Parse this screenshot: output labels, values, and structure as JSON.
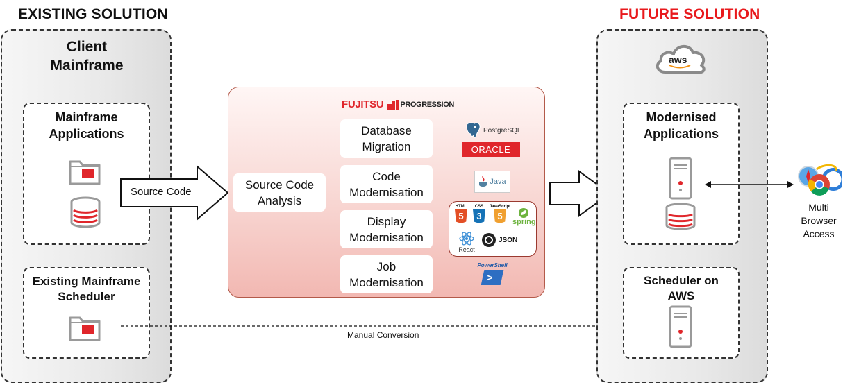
{
  "existing": {
    "heading": "EXISTING SOLUTION",
    "client_title_1": "Client",
    "client_title_2": "Mainframe",
    "apps_title_1": "Mainframe",
    "apps_title_2": "Applications",
    "scheduler_title_1": "Existing Mainframe",
    "scheduler_title_2": "Scheduler"
  },
  "future": {
    "heading": "FUTURE SOLUTION",
    "heading_color": "#e8191c",
    "cloud_label": "aws",
    "apps_title_1": "Modernised",
    "apps_title_2": "Applications",
    "scheduler_title_1": "Scheduler on",
    "scheduler_title_2": "AWS"
  },
  "arrows": {
    "source_code": "Source Code",
    "manual_conversion": "Manual Conversion"
  },
  "center": {
    "logo_fujitsu": "FUJITSU",
    "logo_progression": "PROGRESSION",
    "analysis_1": "Source Code",
    "analysis_2": "Analysis",
    "steps": [
      {
        "line1": "Database",
        "line2": "Migration"
      },
      {
        "line1": "Code",
        "line2": "Modernisation"
      },
      {
        "line1": "Display",
        "line2": "Modernisation"
      },
      {
        "line1": "Job",
        "line2": "Modernisation"
      }
    ],
    "tech": {
      "postgres": "PostgreSQL",
      "oracle": "ORACLE",
      "java": "Java",
      "html": "HTML",
      "css": "CSS",
      "js": "JavaScript",
      "html_num": "5",
      "css_num": "3",
      "js_num": "5",
      "spring": "spring",
      "react": "React",
      "json": "JSON",
      "powershell": "PowerShell"
    }
  },
  "browser": {
    "line1": "Multi",
    "line2": "Browser",
    "line3": "Access"
  },
  "colors": {
    "accent_red": "#e0262b",
    "icon_gray": "#9a9a9a"
  }
}
